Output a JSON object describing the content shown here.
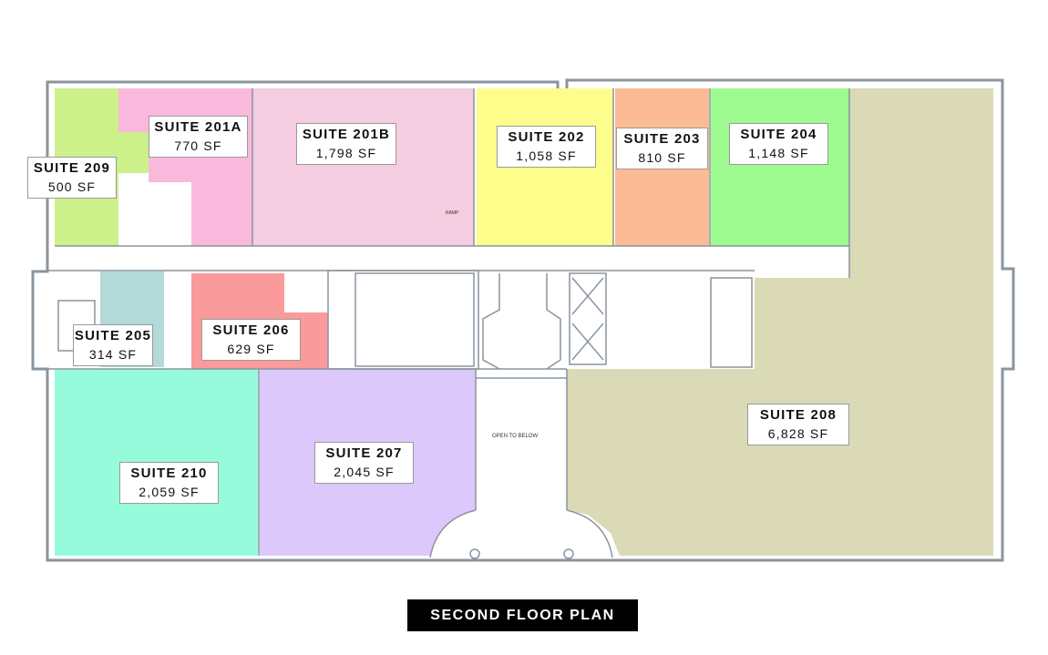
{
  "title": "SECOND FLOOR PLAN",
  "notes": {
    "open_to_below": "OPEN TO BELOW",
    "ramp": "RAMP"
  },
  "suites": {
    "s209": {
      "name": "SUITE 209",
      "area": "500 SF",
      "color": "#ccf08a"
    },
    "s201a": {
      "name": "SUITE 201A",
      "area": "770 SF",
      "color": "#f9b9dc"
    },
    "s201b": {
      "name": "SUITE 201B",
      "area": "1,798 SF",
      "color": "#f4cde0"
    },
    "s202": {
      "name": "SUITE 202",
      "area": "1,058 SF",
      "color": "#fdfd8c"
    },
    "s203": {
      "name": "SUITE 203",
      "area": "810 SF",
      "color": "#fbbb94"
    },
    "s204": {
      "name": "SUITE 204",
      "area": "1,148 SF",
      "color": "#9dfb8f"
    },
    "s205": {
      "name": "SUITE 205",
      "area": "314 SF",
      "color": "#b3d9d8"
    },
    "s206": {
      "name": "SUITE 206",
      "area": "629 SF",
      "color": "#fb9a9a"
    },
    "s207": {
      "name": "SUITE 207",
      "area": "2,045 SF",
      "color": "#dcc8fb"
    },
    "s208": {
      "name": "SUITE 208",
      "area": "6,828 SF",
      "color": "#dadab6"
    },
    "s210": {
      "name": "SUITE 210",
      "area": "2,059 SF",
      "color": "#95fbdb"
    }
  }
}
